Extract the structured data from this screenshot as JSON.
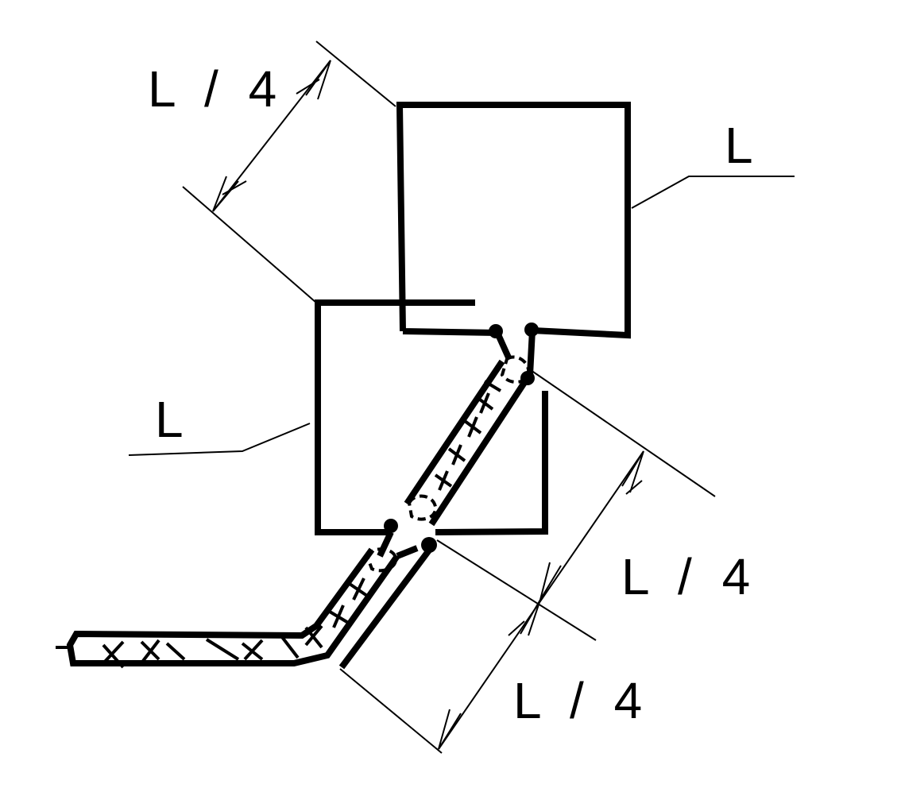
{
  "diagram": {
    "labels": {
      "dim_top_left": "L / 4",
      "side_upper_square": "L",
      "side_lower_square": "L",
      "dim_right_upper": "L / 4",
      "dim_right_lower": "L / 4"
    }
  }
}
